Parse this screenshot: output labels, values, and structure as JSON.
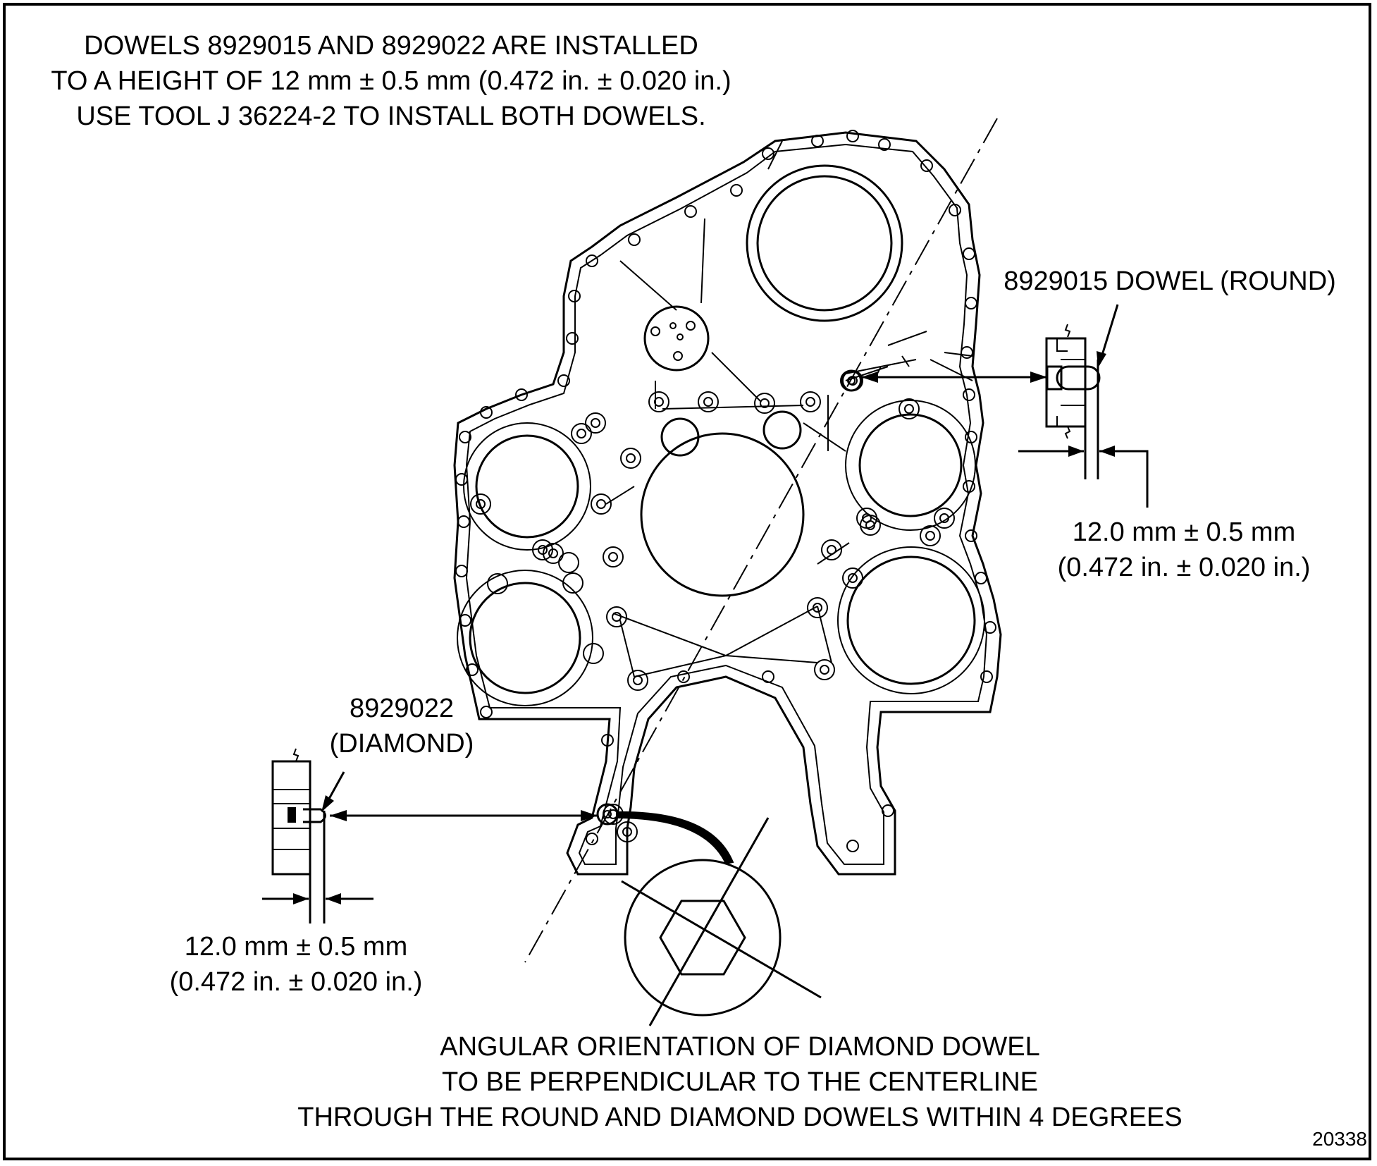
{
  "top_note": {
    "line1": "DOWELS 8929015 AND 8929022 ARE INSTALLED",
    "line2": "TO A HEIGHT OF 12 mm ± 0.5 mm (0.472 in. ± 0.020 in.)",
    "line3": "USE TOOL J 36224-2 TO INSTALL BOTH DOWELS."
  },
  "round_dowel": {
    "label": "8929015 DOWEL (ROUND)",
    "dim_mm": "12.0 mm ± 0.5 mm",
    "dim_in": "(0.472 in. ± 0.020 in.)"
  },
  "diamond_dowel": {
    "label_line1": "8929022",
    "label_line2": "(DIAMOND)",
    "dim_mm": "12.0 mm ± 0.5 mm",
    "dim_in": "(0.472 in. ± 0.020 in.)"
  },
  "bottom_note": {
    "line1": "ANGULAR ORIENTATION OF DIAMOND DOWEL",
    "line2": "TO BE PERPENDICULAR TO THE CENTERLINE",
    "line3": "THROUGH THE ROUND AND DIAMOND DOWELS WITHIN 4 DEGREES"
  },
  "figure_number": "20338"
}
